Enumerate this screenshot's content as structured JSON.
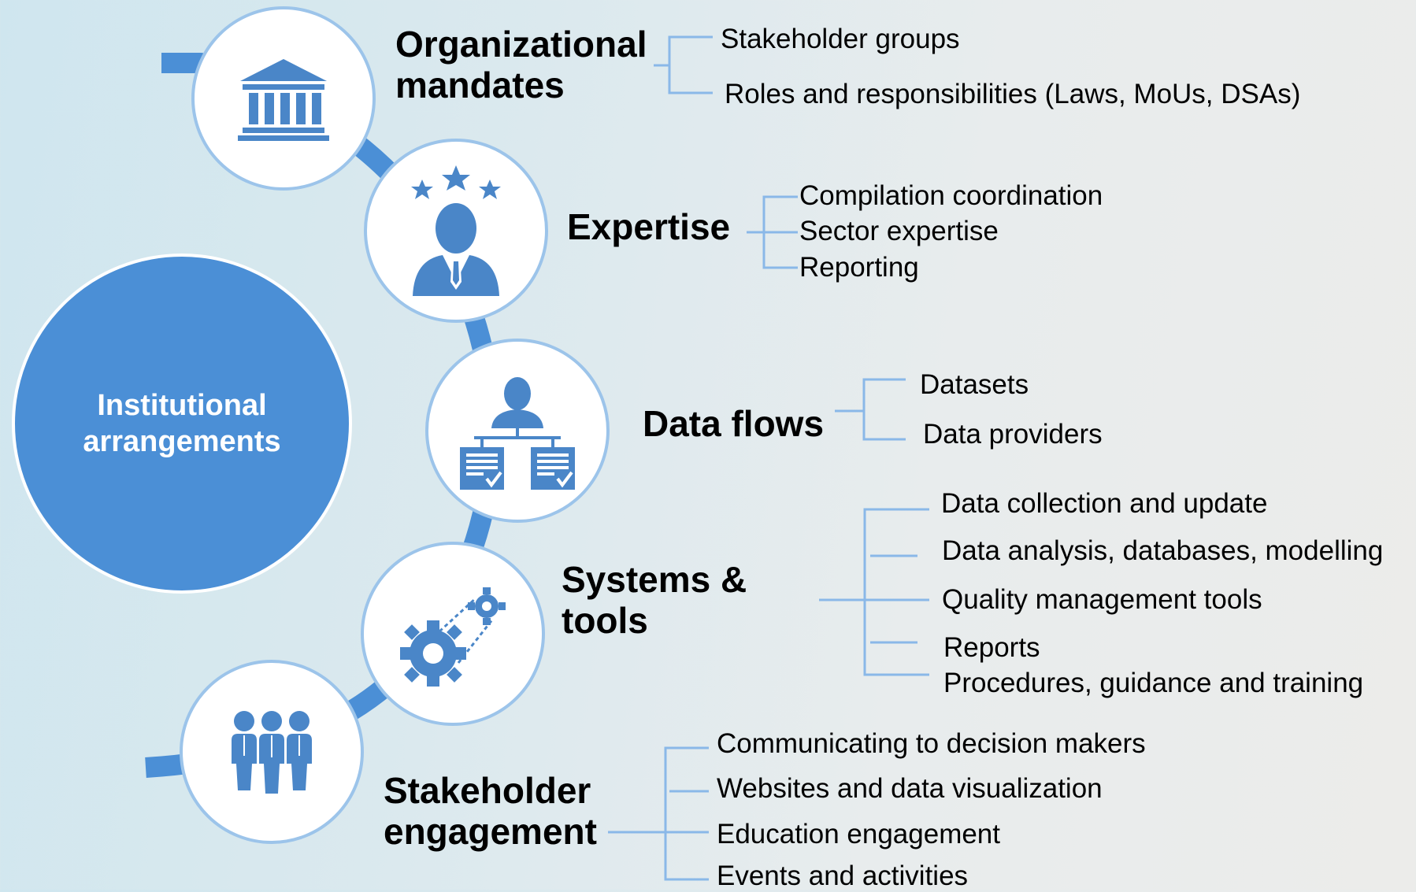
{
  "center": {
    "line1": "Institutional",
    "line2": "arrangements"
  },
  "categories": [
    {
      "line1": "Organizational",
      "line2": "mandates",
      "icon": "government-building-icon",
      "items": [
        "Stakeholder groups",
        "Roles and responsibilities (Laws, MoUs, DSAs)"
      ]
    },
    {
      "line1": "Expertise",
      "line2": "",
      "icon": "expert-person-stars-icon",
      "items": [
        "Compilation coordination",
        "Sector expertise",
        "Reporting"
      ]
    },
    {
      "line1": "Data flows",
      "line2": "",
      "icon": "org-chart-documents-icon",
      "items": [
        "Datasets",
        "Data providers"
      ]
    },
    {
      "line1": "Systems &",
      "line2": "tools",
      "icon": "gears-icon",
      "items": [
        "Data collection and update",
        "Data analysis, databases, modelling",
        "Quality management tools",
        "Reports",
        "Procedures, guidance and training"
      ]
    },
    {
      "line1": "Stakeholder",
      "line2": "engagement",
      "icon": "people-group-icon",
      "items": [
        "Communicating to decision makers",
        "Websites and data visualization",
        "Education engagement",
        "Events and activities"
      ]
    }
  ],
  "colors": {
    "primary": "#4b8fd6",
    "ring": "#9cc4ea",
    "bracket": "#8ab8e8",
    "icon": "#4a86c8"
  }
}
